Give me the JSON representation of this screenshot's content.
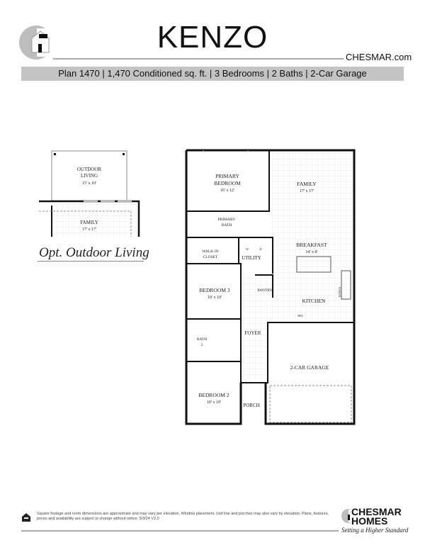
{
  "header": {
    "title": "KENZO",
    "website": "CHESMAR.com",
    "summary": "Plan 1470 | 1,470 Conditioned sq. ft. | 3 Bedrooms | 2 Baths | 2-Car Garage"
  },
  "option": {
    "caption": "Opt. Outdoor Living",
    "outdoor_living": {
      "name1": "OUTDOOR",
      "name2": "LIVING",
      "size": "15' x 10'"
    },
    "family": {
      "name": "FAMILY",
      "size": "17' x 17'"
    }
  },
  "rooms": {
    "primary_bedroom": {
      "name1": "PRIMARY",
      "name2": "BEDROOM",
      "size": "16' x 12'"
    },
    "family": {
      "name": "FAMILY",
      "size": "17' x 17'"
    },
    "primary_bath": {
      "name1": "PRIMARY",
      "name2": "BATH"
    },
    "walk_in_closet": {
      "name1": "WALK-IN",
      "name2": "CLOSET"
    },
    "utility": {
      "name": "UTILITY",
      "w": "W",
      "d": "D"
    },
    "breakfast": {
      "name": "BREAKFAST",
      "size": "14' x 8'"
    },
    "bedroom3": {
      "name": "BEDROOM 3",
      "size": "10' x 10'"
    },
    "pantry": {
      "name": "PANTRY"
    },
    "kitchen": {
      "name": "KITCHEN",
      "range": "RANGE",
      "ref": "REF"
    },
    "foyer": {
      "name": "FOYER"
    },
    "bath2": {
      "name1": "BATH",
      "name2": "2"
    },
    "garage": {
      "name": "2-CAR GARAGE"
    },
    "bedroom2": {
      "name": "BEDROOM 2",
      "size": "10' x 10'"
    },
    "porch": {
      "name": "PORCH"
    }
  },
  "footer": {
    "disclaimer": "Square footage and room dimensions are approximate and may vary per elevation. Window placement, roof line and porches may also vary by elevation. Plans, features, prices and availability are subject to change without notice.   5/3/24   V2.0",
    "brand_line1": "CHESMAR",
    "brand_line2": "HOMES",
    "tagline": "Setting a Higher Standard",
    "logo_icon": "house-c-logo",
    "eho_icon": "equal-housing-icon"
  }
}
